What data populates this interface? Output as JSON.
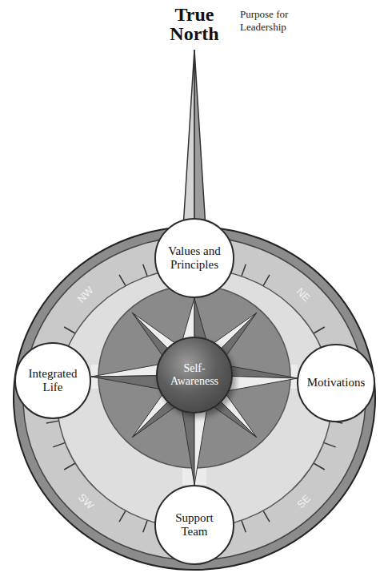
{
  "diagram": {
    "title": "True North",
    "nodes": [
      {
        "text": [
          "Values and Principles"
        ]
      },
      {
        "text": [
          "Integrated Life"
        ]
      },
      {
        "text": [
          "Self-Awareness"
        ]
      },
      {
        "text": [
          "Motivations"
        ]
      },
      {
        "text": [
          "Support Team"
        ]
      }
    ],
    "labels": [
      "Purpose for Leadership",
      "NW",
      "NE",
      "SW",
      "SE"
    ]
  }
}
